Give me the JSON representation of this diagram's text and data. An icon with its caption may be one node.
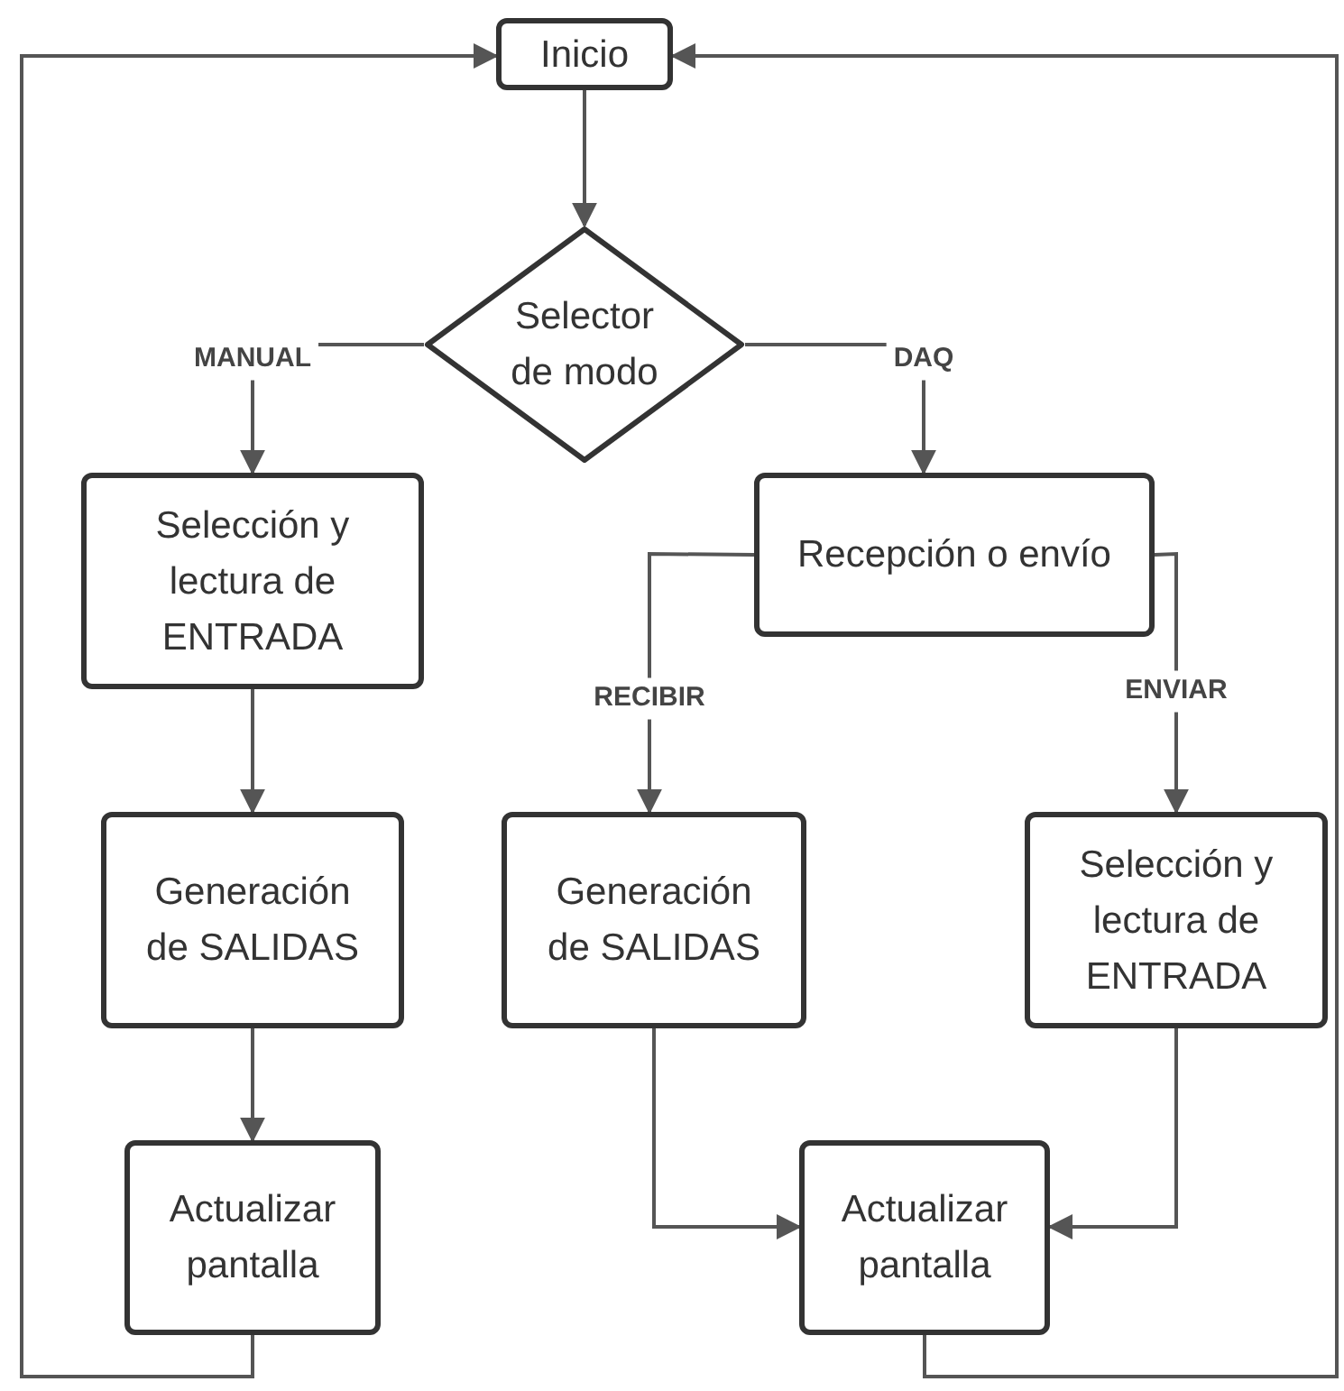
{
  "diagram": {
    "nodes": [
      {
        "text": [
          "Inicio"
        ]
      },
      {
        "text": [
          "Selector de modo"
        ]
      },
      {
        "text": [
          "Selección y lectura de ENTRADA"
        ]
      },
      {
        "text": [
          "Recepción o envío"
        ]
      },
      {
        "text": [
          "Generación de SALIDAS"
        ]
      },
      {
        "text": [
          "Generación de SALIDAS"
        ]
      },
      {
        "text": [
          "Selección y lectura de ENTRADA"
        ]
      },
      {
        "text": [
          "Actualizar pantalla"
        ]
      },
      {
        "text": [
          "Actualizar pantalla"
        ]
      }
    ],
    "edges": [
      {
        "from": 0,
        "to": 1,
        "arrow": "to"
      },
      {
        "from": 1,
        "to": 2,
        "arrow": "to",
        "label": "MANUAL"
      },
      {
        "from": 1,
        "to": 3,
        "arrow": "to",
        "label": "DAQ"
      },
      {
        "from": 2,
        "to": 4,
        "arrow": "to"
      },
      {
        "from": 4,
        "to": 7,
        "arrow": "to"
      },
      {
        "from": 3,
        "to": 5,
        "arrow": "to",
        "label": "RECIBIR"
      },
      {
        "from": 3,
        "to": 6,
        "arrow": "to",
        "label": "ENVIAR"
      },
      {
        "from": 5,
        "to": 8,
        "arrow": "to"
      },
      {
        "from": 6,
        "to": 8,
        "arrow": "to"
      },
      {
        "from": 7,
        "to": 0,
        "arrow": "to"
      },
      {
        "from": 8,
        "to": 0,
        "arrow": "to"
      }
    ]
  }
}
